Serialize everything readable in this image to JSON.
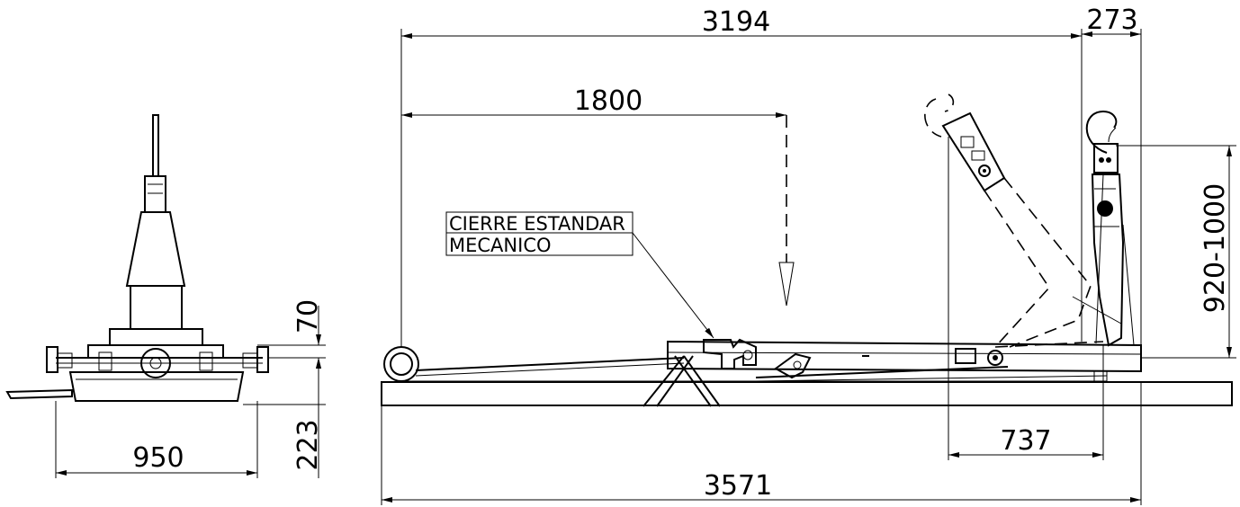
{
  "drawing": {
    "dimensions": {
      "overall_length": "3571",
      "body_length": "3194",
      "hook_offset": "273",
      "center_distance": "1800",
      "arm_reach": "737",
      "hook_height": "920-1000",
      "width": "950",
      "frame_height": "70",
      "base_height": "223"
    },
    "callout": {
      "line1": "CIERRE ESTANDAR",
      "line2": "MECANICO"
    },
    "colors": {
      "line": "#000000",
      "background": "#ffffff"
    }
  }
}
